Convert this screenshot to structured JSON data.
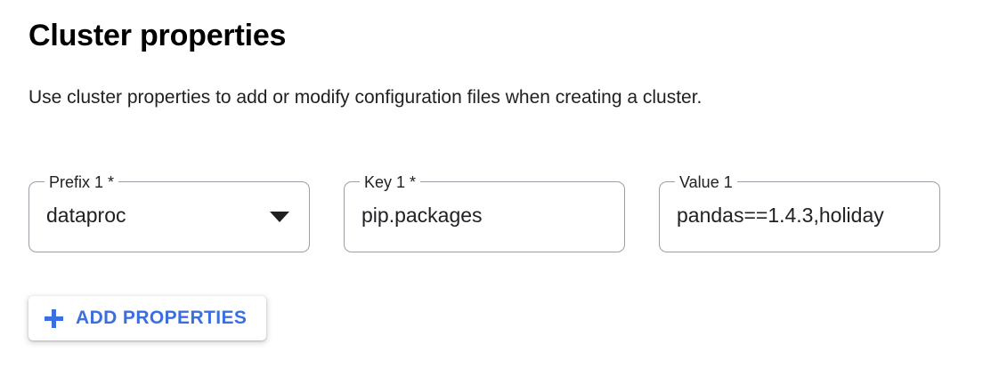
{
  "section": {
    "title": "Cluster properties",
    "description": "Use cluster properties to add or modify configuration files when creating a cluster."
  },
  "fields": [
    {
      "label": "Prefix 1 *",
      "value": "dataproc",
      "control": "select",
      "icon": "chevron-down-icon"
    },
    {
      "label": "Key 1 *",
      "value": "pip.packages",
      "control": "text"
    },
    {
      "label": "Value 1",
      "value": "pandas==1.4.3,holiday",
      "control": "text"
    }
  ],
  "actions": {
    "add_properties_label": "ADD PROPERTIES",
    "add_properties_icon": "plus-icon"
  },
  "colors": {
    "accent_blue": "#3b6fe0",
    "field_border": "#9aa0a6",
    "text_primary": "#202124",
    "background": "#ffffff"
  }
}
